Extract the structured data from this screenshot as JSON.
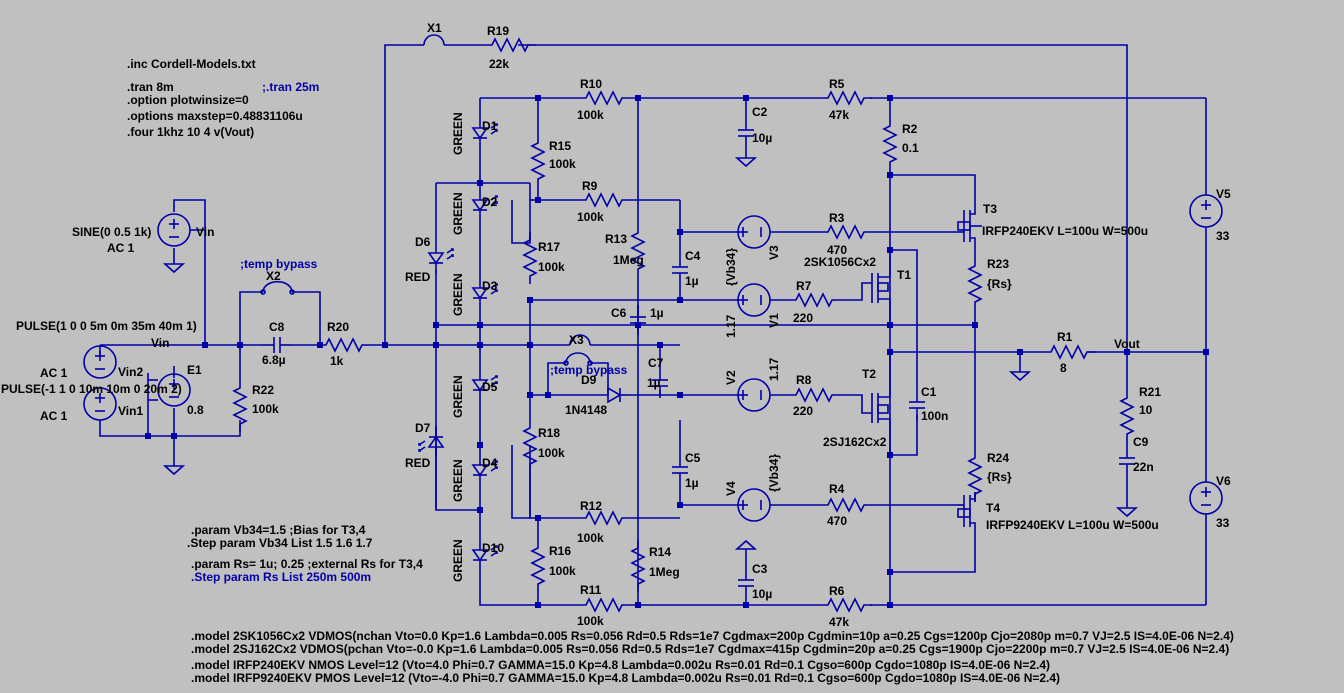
{
  "directives": {
    "inc": ".inc Cordell-Models.txt",
    "tran": ".tran 8m",
    "tran_alt": ";.tran 25m",
    "plotwinsize": ".option plotwinsize=0",
    "maxstep": ".options maxstep=0.48831106u",
    "four": ".four 1khz 10 4 v(Vout)",
    "param_vb34": ".param Vb34=1.5 ;Bias for T3,4",
    "step_vb34": ".Step param Vb34 List 1.5 1.6 1.7",
    "param_rs": ".param Rs= 1u; 0.25 ;external Rs for T3,4",
    "step_rs": ".Step param Rs List 250m 500m",
    "temp_bypass": ";temp bypass",
    "models": [
      ".model 2SK1056Cx2 VDMOS(nchan Vto=0.0 Kp=1.6 Lambda=0.005 Rs=0.056 Rd=0.5 Rds=1e7 Cgdmax=200p Cgdmin=10p a=0.25 Cgs=1200p Cjo=2080p m=0.7 VJ=2.5 IS=4.0E-06 N=2.4)",
      ".model 2SJ162Cx2 VDMOS(pchan Vto=-0.0 Kp=1.6 Lambda=0.005 Rs=0.056 Rd=0.5 Rds=1e7 Cgdmax=415p Cgdmin=20p a=0.25 Cgs=1900p Cjo=2200p m=0.7 VJ=2.5 IS=4.0E-06 N=2.4)",
      ".model IRFP240EKV NMOS Level=12 (Vto=4.0 Phi=0.7 GAMMA=15.0 Kp=4.8 Lambda=0.002u Rs=0.01 Rd=0.1 Cgso=600p Cgdo=1080p IS=4.0E-06 N=2.4)",
      ".model IRFP9240EKV PMOS Level=12 (Vto=-4.0 Phi=0.7 GAMMA=15.0 Kp=4.8 Lambda=0.002u Rs=0.01 Rd=0.1 Cgso=600p Cgdo=1080p IS=4.0E-06 N=2.4)"
    ]
  },
  "components": {
    "X1": {
      "name": "X1"
    },
    "X2": {
      "name": "X2"
    },
    "X3": {
      "name": "X3"
    },
    "R1": {
      "name": "R1",
      "value": "8"
    },
    "R2": {
      "name": "R2",
      "value": "0.1"
    },
    "R3": {
      "name": "R3",
      "value": "470"
    },
    "R4": {
      "name": "R4",
      "value": "470"
    },
    "R5": {
      "name": "R5",
      "value": "47k"
    },
    "R6": {
      "name": "R6",
      "value": "47k"
    },
    "R7": {
      "name": "R7",
      "value": "220"
    },
    "R8": {
      "name": "R8",
      "value": "220"
    },
    "R9": {
      "name": "R9",
      "value": "100k"
    },
    "R10": {
      "name": "R10",
      "value": "100k"
    },
    "R11": {
      "name": "R11",
      "value": "100k"
    },
    "R12": {
      "name": "R12",
      "value": "100k"
    },
    "R13": {
      "name": "R13",
      "value": "1Meg"
    },
    "R14": {
      "name": "R14",
      "value": "1Meg"
    },
    "R15": {
      "name": "R15",
      "value": "100k"
    },
    "R16": {
      "name": "R16",
      "value": "100k"
    },
    "R17": {
      "name": "R17",
      "value": "100k"
    },
    "R18": {
      "name": "R18",
      "value": "100k"
    },
    "R19": {
      "name": "R19",
      "value": "22k"
    },
    "R20": {
      "name": "R20",
      "value": "1k"
    },
    "R21": {
      "name": "R21",
      "value": "10"
    },
    "R22": {
      "name": "R22",
      "value": "100k"
    },
    "R23": {
      "name": "R23",
      "value": "{Rs}"
    },
    "R24": {
      "name": "R24",
      "value": "{Rs}"
    },
    "C1": {
      "name": "C1",
      "value": "100n"
    },
    "C2": {
      "name": "C2",
      "value": "10µ"
    },
    "C3": {
      "name": "C3",
      "value": "10µ"
    },
    "C4": {
      "name": "C4",
      "value": "1µ"
    },
    "C5": {
      "name": "C5",
      "value": "1µ"
    },
    "C6": {
      "name": "C6",
      "value": "1µ"
    },
    "C7": {
      "name": "C7",
      "value": "1µ"
    },
    "C8": {
      "name": "C8",
      "value": "6.8µ"
    },
    "C9": {
      "name": "C9",
      "value": "22n"
    },
    "D1": {
      "name": "D1",
      "value": "GREEN"
    },
    "D2": {
      "name": "D2",
      "value": "GREEN"
    },
    "D3": {
      "name": "D3",
      "value": "GREEN"
    },
    "D4": {
      "name": "D4",
      "value": "GREEN"
    },
    "D5": {
      "name": "D5",
      "value": "GREEN"
    },
    "D6": {
      "name": "D6",
      "value": "RED"
    },
    "D7": {
      "name": "D7",
      "value": "RED"
    },
    "D9": {
      "name": "D9",
      "value": "1N4148"
    },
    "D10": {
      "name": "D10",
      "value": "GREEN"
    },
    "T1": {
      "name": "T1",
      "value": "2SK1056Cx2"
    },
    "T2": {
      "name": "T2",
      "value": "2SJ162Cx2"
    },
    "T3": {
      "name": "T3",
      "value": "IRFP240EKV L=100u W=500u"
    },
    "T4": {
      "name": "T4",
      "value": "IRFP9240EKV L=100u W=500u"
    },
    "V1": {
      "name": "V1",
      "value": "1.17"
    },
    "V2": {
      "name": "V2",
      "value": "1.17"
    },
    "V3": {
      "name": "V3",
      "value": "{Vb34}"
    },
    "V4": {
      "name": "V4",
      "value": "{Vb34}"
    },
    "V5": {
      "name": "V5",
      "value": "33"
    },
    "V6": {
      "name": "V6",
      "value": "33"
    },
    "Vin": {
      "name": "Vin",
      "value": "SINE(0 0.5 1k)",
      "value2": "AC 1"
    },
    "Vin1": {
      "name": "Vin1",
      "value": "PULSE(-1 1 0 10m 10m 0 20m 2)",
      "value2": "AC 1"
    },
    "Vin2": {
      "name": "Vin2",
      "value": "PULSE(1 0 0 5m 0m 35m 40m 1)",
      "value2": "AC 1"
    },
    "E1": {
      "name": "E1",
      "value": "0.8"
    }
  },
  "nets": {
    "vin": "Vin",
    "vout": "Vout"
  }
}
